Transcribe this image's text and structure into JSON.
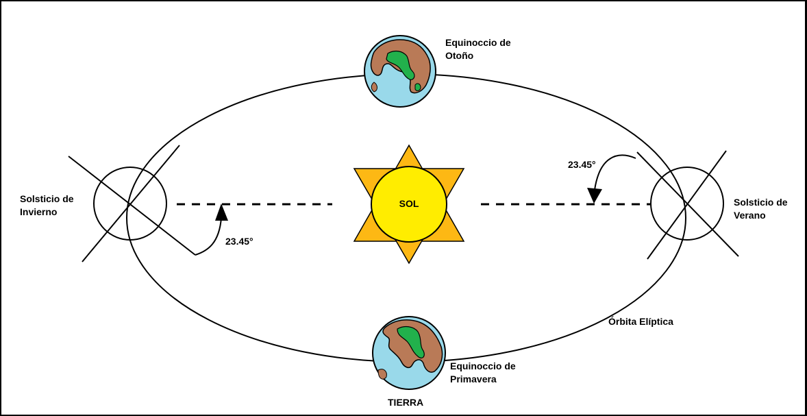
{
  "labels": {
    "sun": "SOL",
    "autumn_equinox": [
      "Equinoccio de",
      "Otoño"
    ],
    "spring_equinox": [
      "Equinoccio de",
      "Primavera"
    ],
    "winter_solstice": [
      "Solsticio de",
      "Invierno"
    ],
    "summer_solstice": [
      "Solsticio de",
      "Verano"
    ],
    "tilt_left": "23.45°",
    "tilt_right": "23.45°",
    "orbit": "Órbita Elíptica",
    "earth": "TIERRA"
  },
  "colors": {
    "sun_star": "#fdb814",
    "sun_disc": "#ffed00",
    "ocean": "#99d9ea",
    "land": "#b97a57",
    "green": "#22b14c",
    "line": "#000000"
  },
  "icons": {
    "sun": "six-pointed-star-sun",
    "earth": "earth-globe",
    "tilt_arrow": "curved-arrow"
  }
}
